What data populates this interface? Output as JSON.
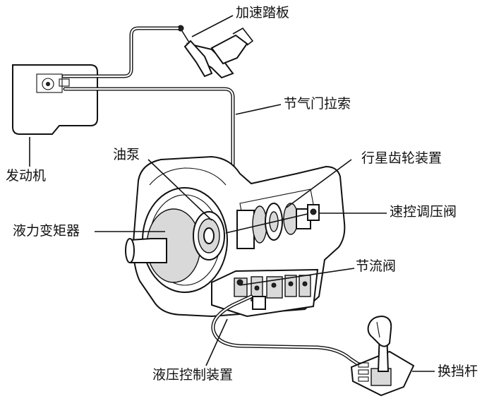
{
  "labels": {
    "accelerator_pedal": "加速踏板",
    "throttle_cable": "节气门拉索",
    "engine": "发动机",
    "oil_pump": "油泵",
    "planetary_gear_set": "行星齿轮装置",
    "torque_converter": "液力变矩器",
    "governor_valve": "速控调压阀",
    "throttle_valve": "节流阀",
    "hydraulic_control_unit": "液压控制装置",
    "shift_lever": "换挡杆"
  }
}
